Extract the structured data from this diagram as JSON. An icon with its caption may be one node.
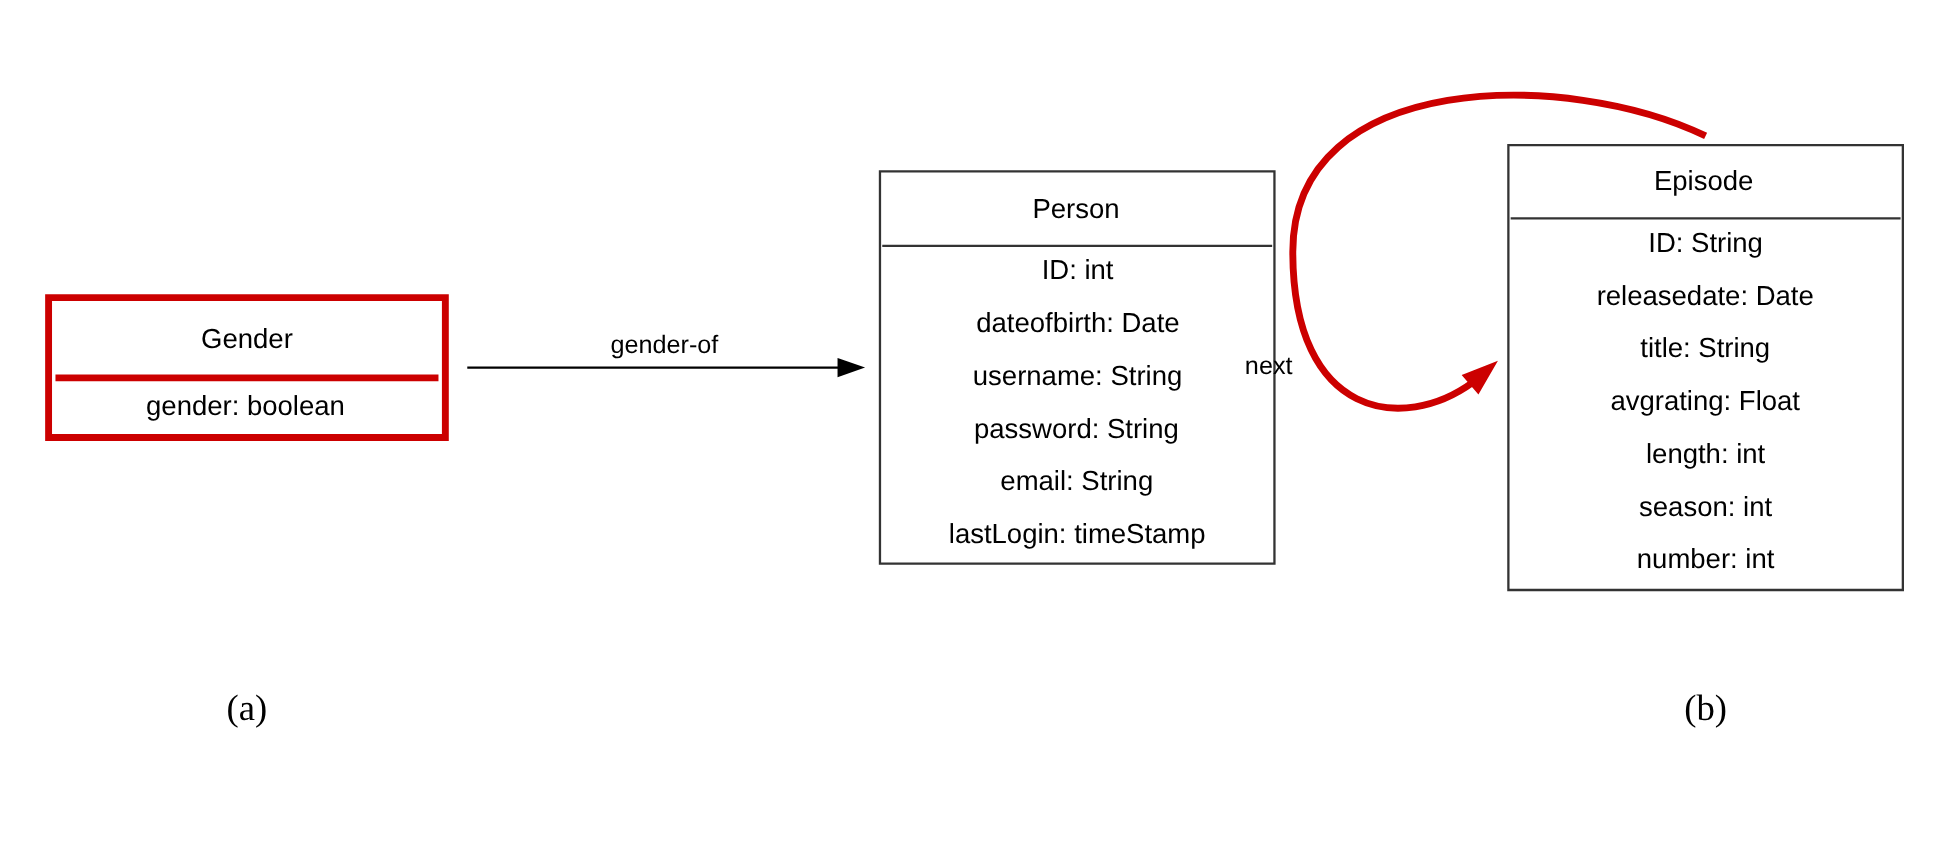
{
  "diagram": {
    "nodes": [
      {
        "text": [
          "Gender",
          "gender: boolean"
        ]
      },
      {
        "text": [
          "Person",
          "ID: int",
          "dateofbirth: Date",
          "username: String",
          "password: String",
          "email: String",
          "lastLogin: timeStamp"
        ]
      },
      {
        "text": [
          "Episode",
          "ID: String",
          "releasedate: Date",
          "title: String",
          "avgrating: Float",
          "length: int",
          "season: int",
          "number: int"
        ]
      }
    ],
    "edges": [
      {
        "from": 0,
        "to": 1,
        "arrow": "to",
        "label": "gender-of"
      },
      {
        "from": 2,
        "to": 2,
        "arrow": "to",
        "label": "next",
        "style": "thick",
        "color": "#cc0000"
      }
    ],
    "labels": [
      "(a)",
      "(b)"
    ]
  }
}
